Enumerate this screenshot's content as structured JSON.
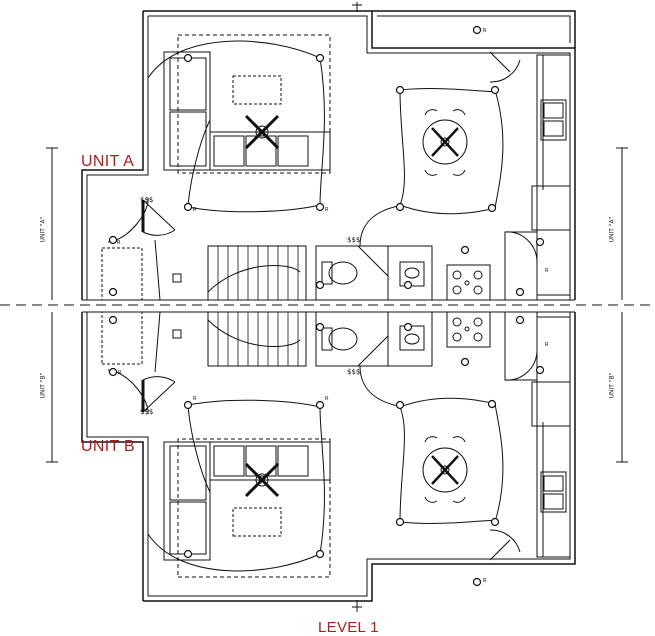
{
  "title": "LEVEL 1",
  "units": {
    "a": {
      "label": "UNIT A",
      "side_tag": "UNIT \"A\""
    },
    "b": {
      "label": "UNIT B",
      "side_tag": "UNIT \"B\""
    }
  },
  "symbols": {
    "switch_mark": "$$$",
    "outlet_mark": "R"
  },
  "colors": {
    "line": "#111111",
    "annotation": "#b01c1c",
    "background": "#ffffff"
  }
}
